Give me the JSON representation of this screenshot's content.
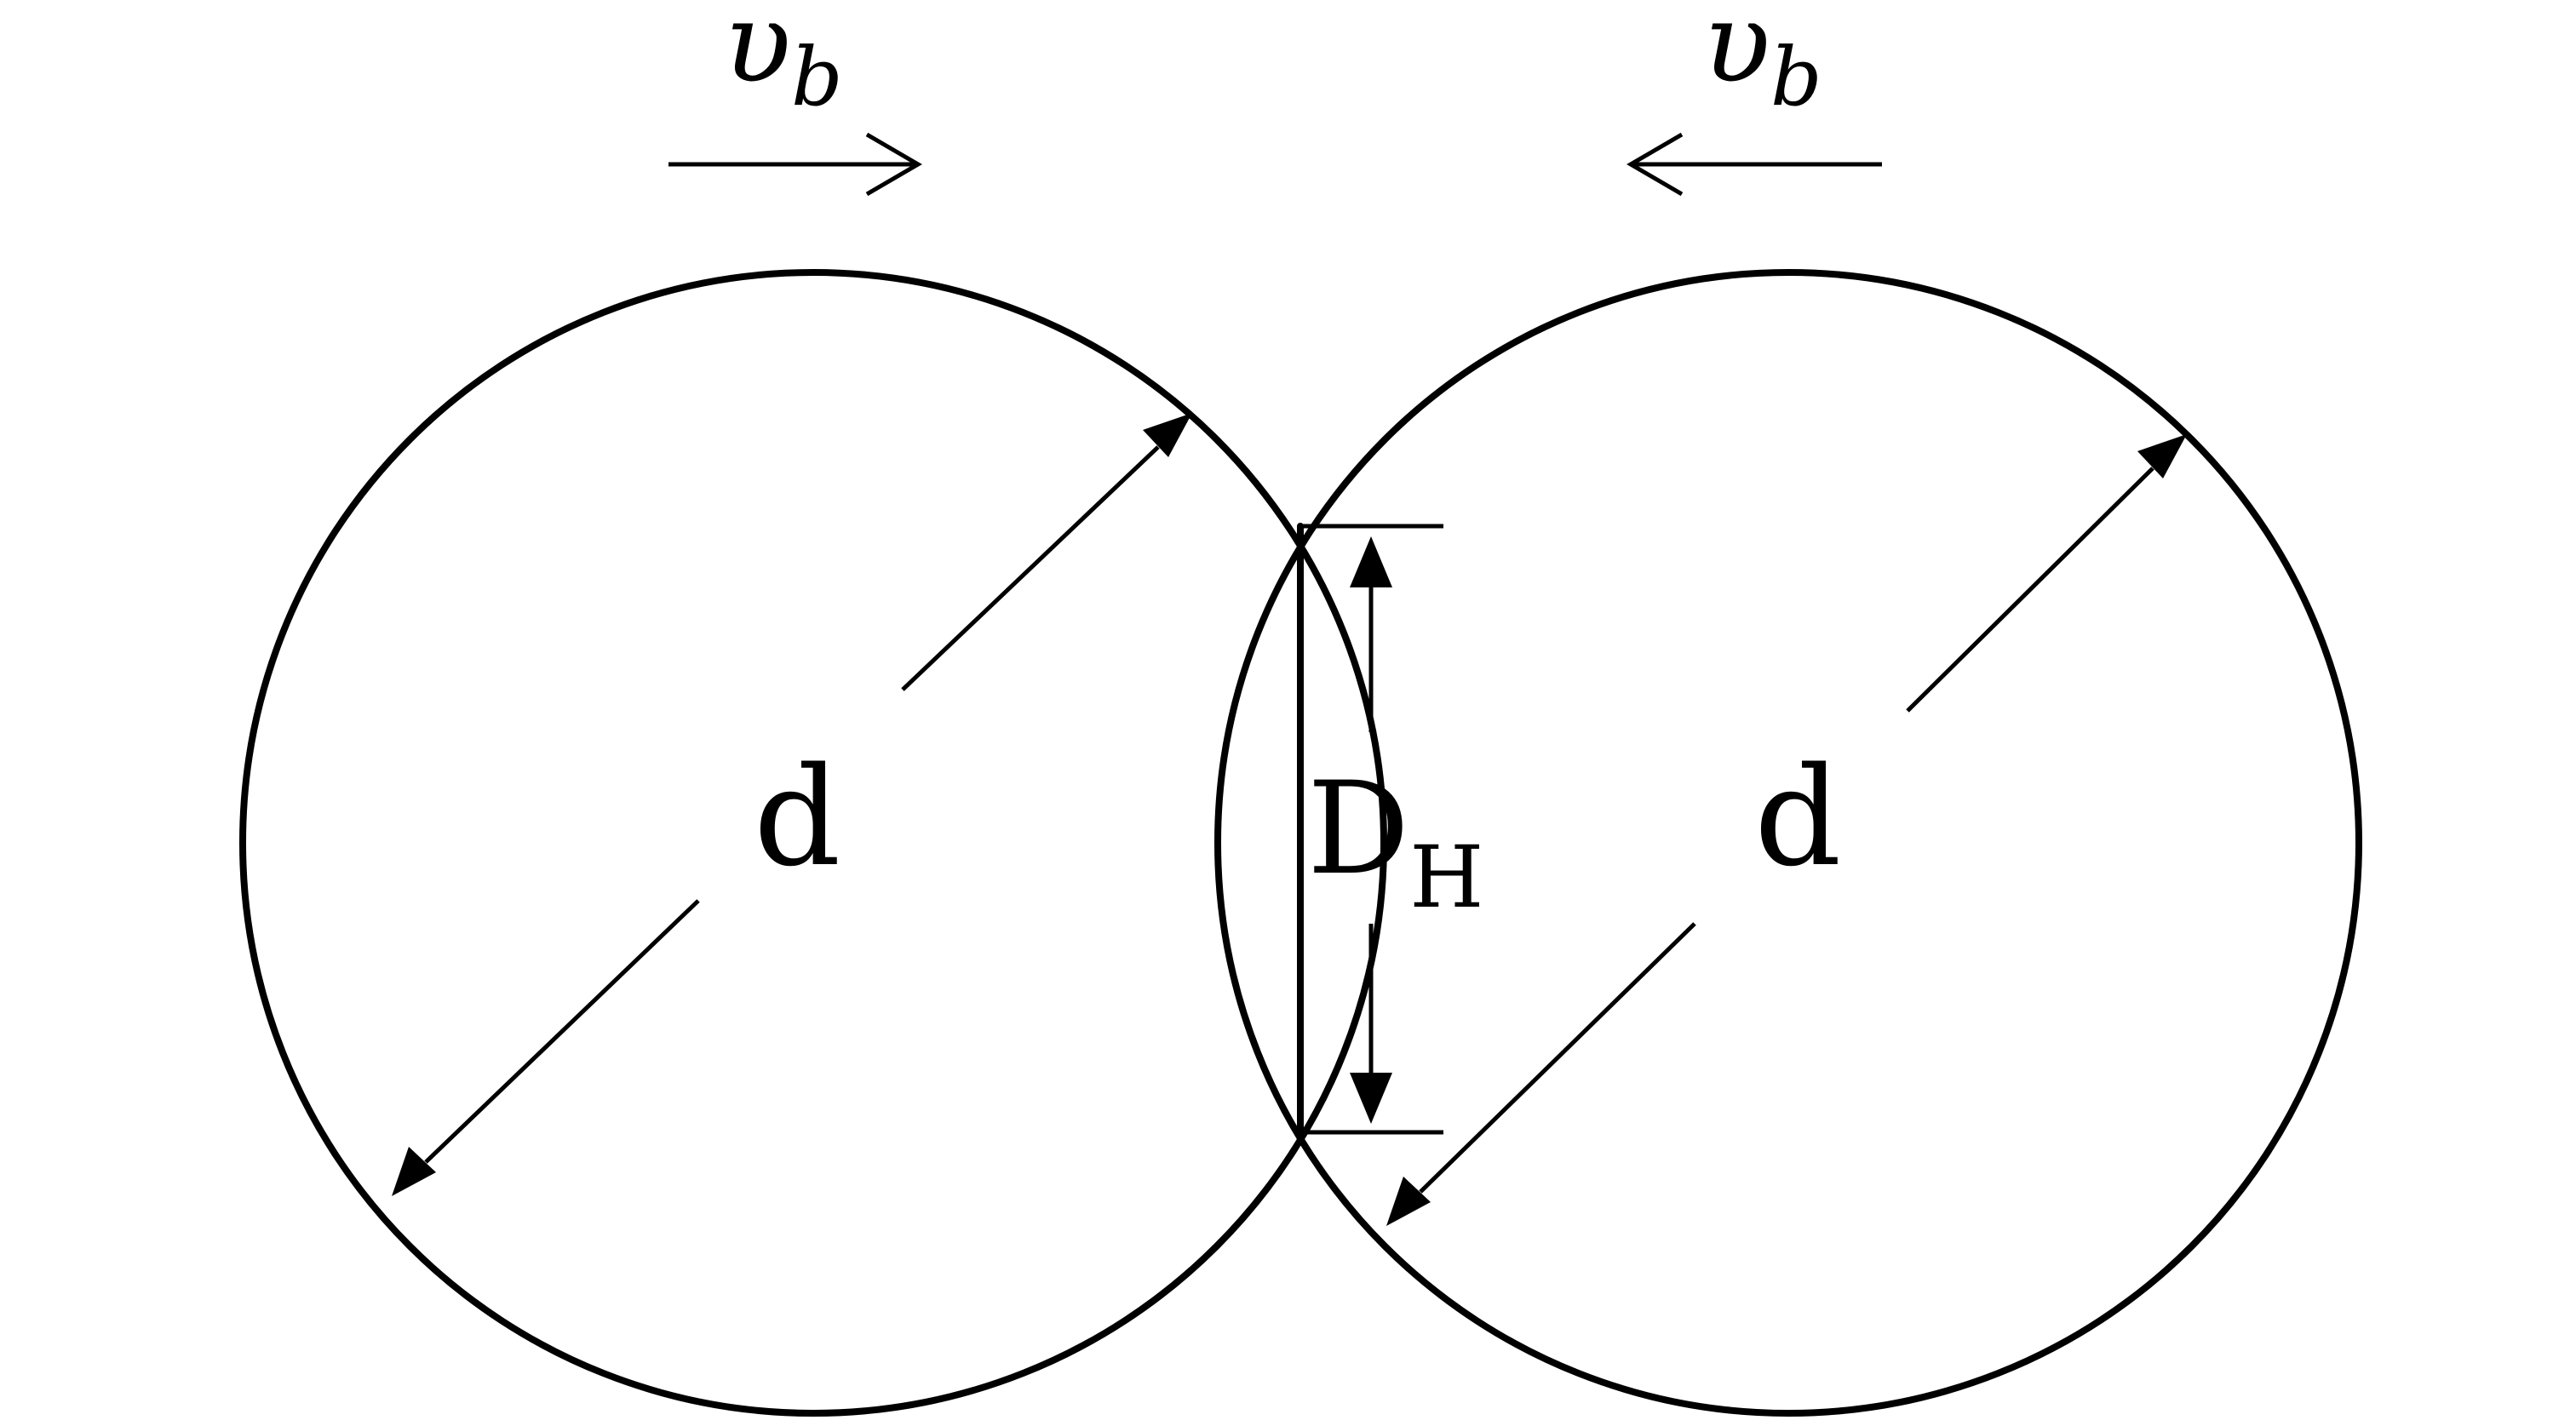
{
  "diagram": {
    "left_velocity": {
      "symbol": "υ",
      "subscript": "b"
    },
    "right_velocity": {
      "symbol": "υ",
      "subscript": "b"
    },
    "left_diameter_label": "d",
    "right_diameter_label": "d",
    "neck_label": {
      "main": "D",
      "subscript": "H"
    },
    "colors": {
      "stroke": "#000000",
      "background": "#ffffff"
    }
  }
}
